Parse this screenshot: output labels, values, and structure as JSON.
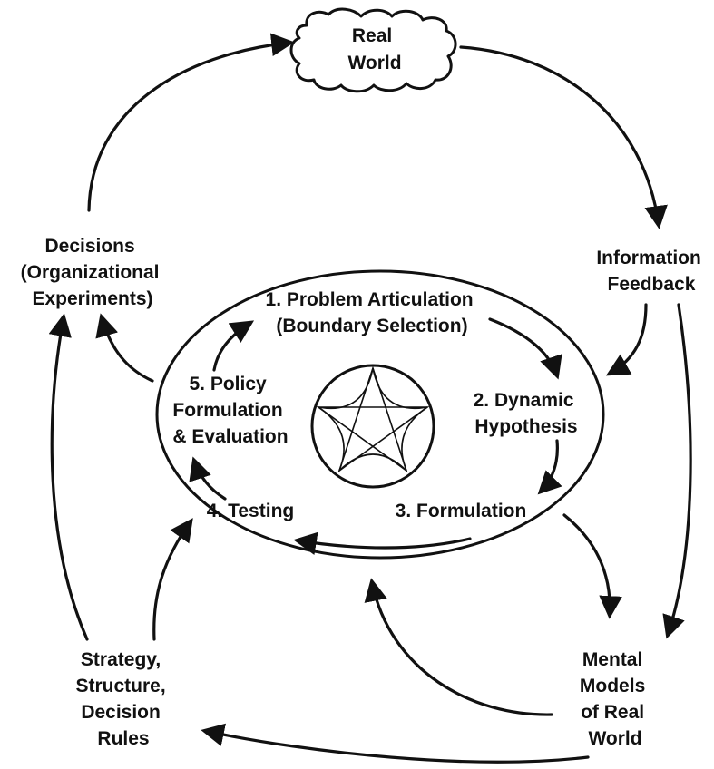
{
  "nodes": {
    "real_world": [
      "Real",
      "World"
    ],
    "information_feedback": [
      "Information",
      "Feedback"
    ],
    "mental_models": [
      "Mental",
      "Models",
      "of Real",
      "World"
    ],
    "strategy": [
      "Strategy,",
      "Structure,",
      "Decision",
      "Rules"
    ],
    "decisions": [
      "Decisions",
      "(Organizational",
      "Experiments)"
    ]
  },
  "steps": {
    "step1": [
      "1.  Problem Articulation",
      "(Boundary Selection)"
    ],
    "step2": [
      "2.  Dynamic",
      "Hypothesis"
    ],
    "step3": [
      "3.  Formulation"
    ],
    "step4": [
      "4.  Testing"
    ],
    "step5": [
      "5.  Policy",
      "Formulation",
      "& Evaluation"
    ]
  }
}
